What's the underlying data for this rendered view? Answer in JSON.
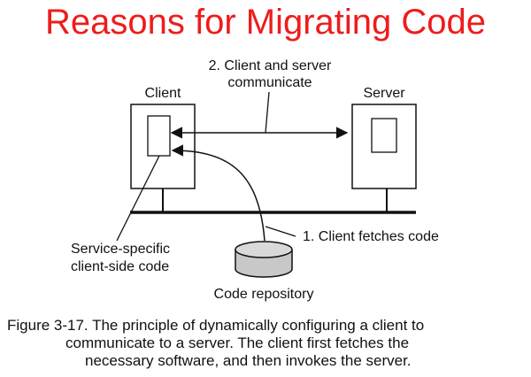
{
  "title": "Reasons for Migrating Code",
  "diagram": {
    "client_label": "Client",
    "server_label": "Server",
    "communicate_label_line1": "2. Client and server",
    "communicate_label_line2": "communicate",
    "fetch_label": "1. Client fetches code",
    "service_label_line1": "Service-specific",
    "service_label_line2": "client-side code",
    "repository_label": "Code repository"
  },
  "caption": {
    "line1": "Figure 3-17. The principle of dynamically configuring a client to",
    "line2": "communicate to a server. The client first fetches the",
    "line3": "necessary software, and then invokes the server."
  },
  "colors": {
    "title": "#ee1c1c",
    "lines": "#111111",
    "cylinder": "#c8c8c8"
  }
}
